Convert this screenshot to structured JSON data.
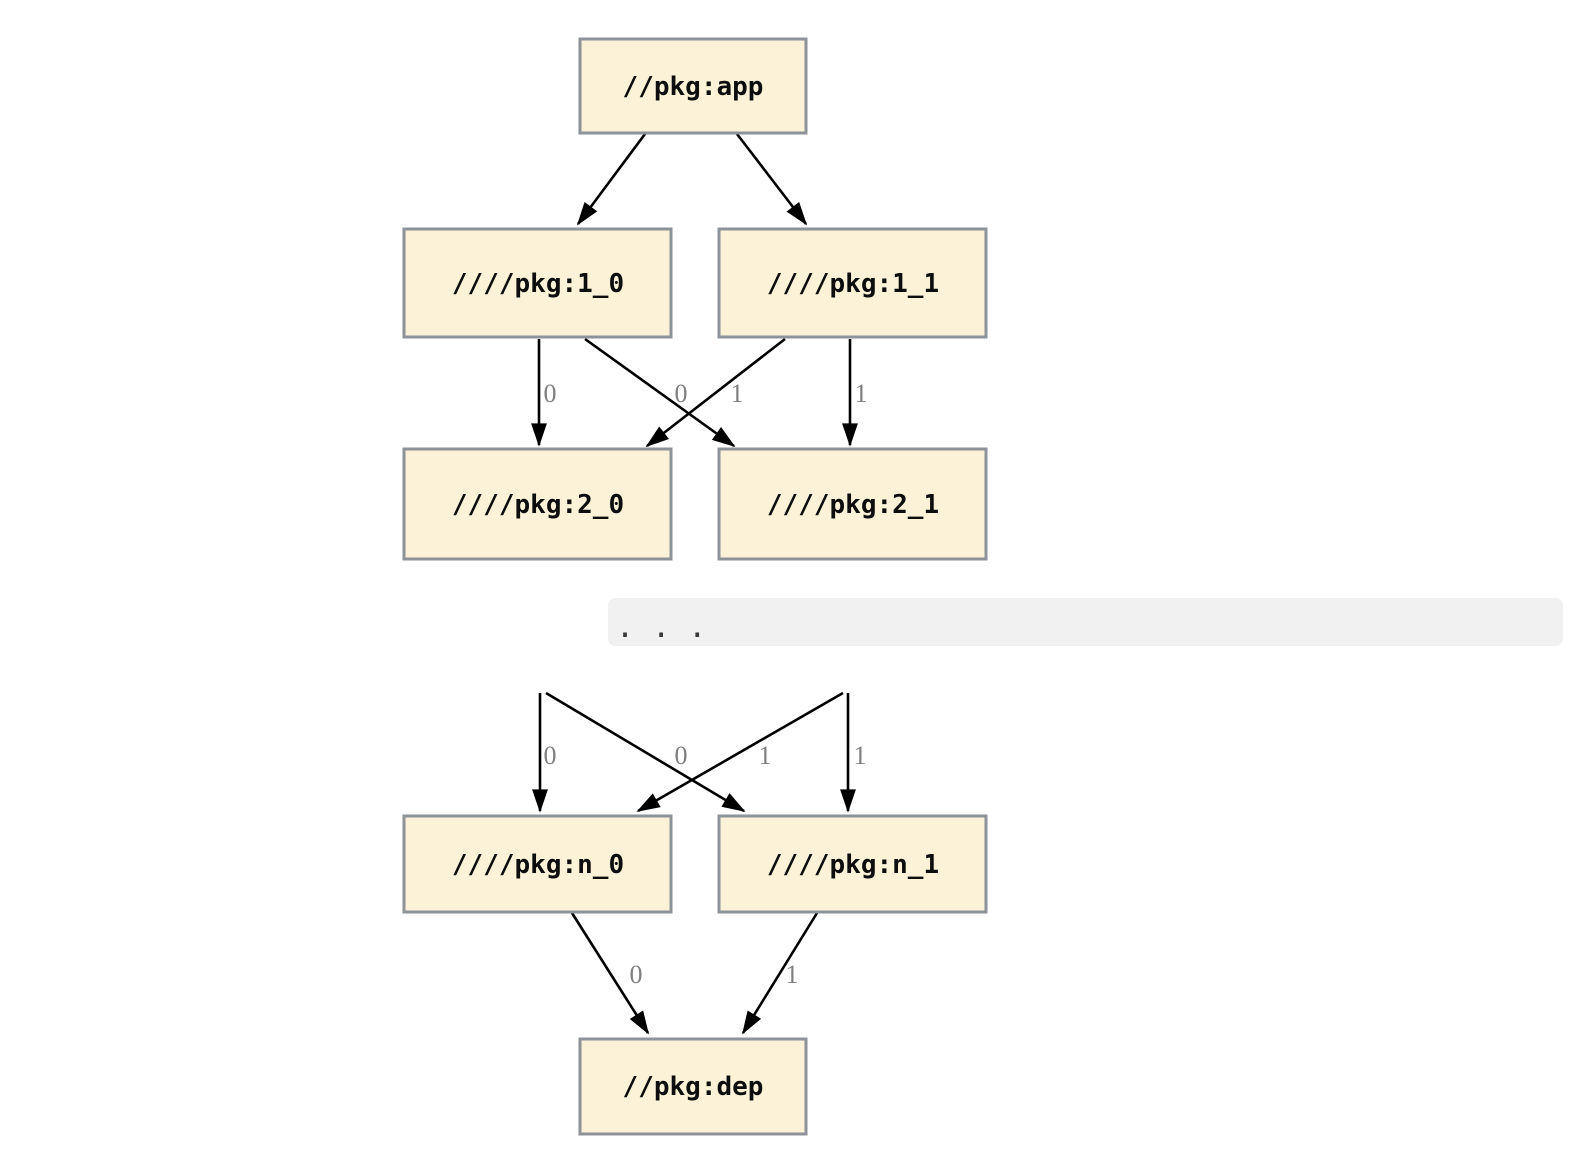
{
  "graph": {
    "nodes": [
      {
        "id": "app",
        "label": "//pkg:app"
      },
      {
        "id": "1_0",
        "label": "////pkg:1_0"
      },
      {
        "id": "1_1",
        "label": "////pkg:1_1"
      },
      {
        "id": "2_0",
        "label": "////pkg:2_0"
      },
      {
        "id": "2_1",
        "label": "////pkg:2_1"
      },
      {
        "id": "n_0",
        "label": "////pkg:n_0"
      },
      {
        "id": "n_1",
        "label": "////pkg:n_1"
      },
      {
        "id": "dep",
        "label": "//pkg:dep"
      }
    ],
    "edges": [
      {
        "from": "app",
        "to": "1_0",
        "label": ""
      },
      {
        "from": "app",
        "to": "1_1",
        "label": ""
      },
      {
        "from": "1_0",
        "to": "2_0",
        "label": "0"
      },
      {
        "from": "1_0",
        "to": "2_1",
        "label": "1"
      },
      {
        "from": "1_1",
        "to": "2_0",
        "label": "0"
      },
      {
        "from": "1_1",
        "to": "2_1",
        "label": "1"
      },
      {
        "from": "ellipsis",
        "to": "n_0",
        "label": "0"
      },
      {
        "from": "ellipsis",
        "to": "n_1",
        "label": "1"
      },
      {
        "from": "ellipsis",
        "to": "n_0",
        "label": "0"
      },
      {
        "from": "ellipsis",
        "to": "n_1",
        "label": "1"
      },
      {
        "from": "n_0",
        "to": "dep",
        "label": "0"
      },
      {
        "from": "n_1",
        "to": "dep",
        "label": "1"
      }
    ],
    "edge_labels": [
      "0",
      "0",
      "1",
      "1",
      "0",
      "0",
      "1",
      "1",
      "0",
      "1"
    ]
  },
  "ellipsis": {
    "text": ". . ."
  },
  "colors": {
    "node_fill": "#FBF2D7",
    "node_border": "#8D9399",
    "edge": "#000000",
    "edge_label": "#7F7F7F",
    "ellipsis_bg": "#F1F1F1",
    "ellipsis_fg": "#383838"
  }
}
